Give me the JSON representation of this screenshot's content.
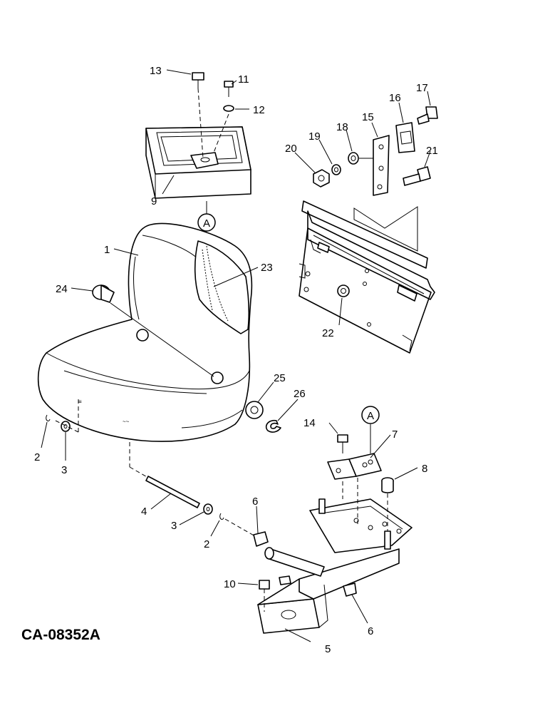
{
  "drawing_code": "CA-08352A",
  "callouts": [
    {
      "id": "c13",
      "text": "13"
    },
    {
      "id": "c11",
      "text": "11"
    },
    {
      "id": "c12",
      "text": "12"
    },
    {
      "id": "c9",
      "text": "9"
    },
    {
      "id": "c1",
      "text": "1"
    },
    {
      "id": "c24",
      "text": "24"
    },
    {
      "id": "c23",
      "text": "23"
    },
    {
      "id": "c2a",
      "text": "2"
    },
    {
      "id": "c3a",
      "text": "3"
    },
    {
      "id": "c4",
      "text": "4"
    },
    {
      "id": "c3b",
      "text": "3"
    },
    {
      "id": "c2b",
      "text": "2"
    },
    {
      "id": "c6a",
      "text": "6"
    },
    {
      "id": "c10",
      "text": "10"
    },
    {
      "id": "c6b",
      "text": "6"
    },
    {
      "id": "c5",
      "text": "5"
    },
    {
      "id": "c25",
      "text": "25"
    },
    {
      "id": "c26",
      "text": "26"
    },
    {
      "id": "c14",
      "text": "14"
    },
    {
      "id": "c7",
      "text": "7"
    },
    {
      "id": "c8",
      "text": "8"
    },
    {
      "id": "c17",
      "text": "17"
    },
    {
      "id": "c16",
      "text": "16"
    },
    {
      "id": "c15",
      "text": "15"
    },
    {
      "id": "c18",
      "text": "18"
    },
    {
      "id": "c19",
      "text": "19"
    },
    {
      "id": "c20",
      "text": "20"
    },
    {
      "id": "c21",
      "text": "21"
    },
    {
      "id": "c22",
      "text": "22"
    }
  ],
  "reference_marks": [
    {
      "id": "refA1",
      "text": "A"
    },
    {
      "id": "refA2",
      "text": "A"
    }
  ]
}
